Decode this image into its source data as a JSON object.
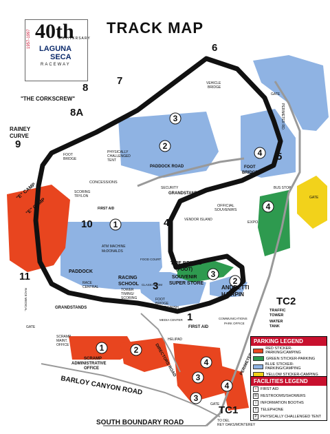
{
  "title": "TRACK MAP",
  "logo": {
    "anniversary": "40th",
    "anniversary_label": "ANNIVERSARY",
    "years": "1957-1997",
    "name_line1": "LAGUNA",
    "name_line2": "SECA",
    "name_line3": "RACEWAY"
  },
  "turns": {
    "t1": "1",
    "t2": "2",
    "t3": "3",
    "t4": "4",
    "t5": "5",
    "t6": "6",
    "t7": "7",
    "t8": "8",
    "t8a": "8A",
    "t9": "9",
    "t10": "10",
    "t11": "11",
    "tc1": "TC1",
    "tc2": "TC2"
  },
  "labels": {
    "corkscrew": "\"THE CORKSCREW\"",
    "rainey_curve_1": "RAINEY",
    "rainey_curve_2": "CURVE",
    "andretti_1": "ANDRETTI",
    "andretti_2": "HAIRPIN",
    "paddock_road": "PADDOCK ROAD",
    "grandstands_top": "GRANDSTANDS",
    "grandstands_bottom": "GRANDSTANDS",
    "paddock": "PADDOCK",
    "racing_school_1": "RACING",
    "racing_school_2": "SCHOOL",
    "tire_bridge_1": "TIRE BRIDGE",
    "tire_bridge_2": "(FOOT)",
    "souvenir_1": "SOUVENIR",
    "souvenir_2": "SUPER STORE",
    "foot_bridge_left_1": "FOOT",
    "foot_bridge_left_2": "BRIDGE",
    "foot_bridge_right_1": "FOOT",
    "foot_bridge_right_2": "BRIDGE",
    "foot_bridge_start_1": "FOOT",
    "foot_bridge_start_2": "BRIDGE",
    "foot_bridge_start_3": "START/FINISH",
    "vehicle_bridge_1": "VEHICLE",
    "vehicle_bridge_2": "BRIDGE",
    "perimeter_rd": "PERIMETER RD.",
    "perimeter_road": "PERIMETER ROAD",
    "physically_challenged_1": "PHYSICALLY",
    "physically_challenged_2": "CHALLENGED",
    "physically_challenged_3": "TENT",
    "concessions": "CONCESSIONS",
    "scoring_1": "SCORING",
    "scoring_2": "TRYLON",
    "first_aid": "FIRST AID",
    "first_aid_2": "FIRST AID",
    "security": "SECURITY",
    "atm_1": "ATM MACHINE",
    "atm_2": "McDONALDS",
    "food_court": "FOOD COURT",
    "race_central_1": "RACE",
    "race_central_2": "CENTRAL",
    "tower_1": "TOWER",
    "tower_2": "TIMING/",
    "tower_3": "SCORING",
    "class_room": "CLASS ROOM",
    "race_medical": "RACE MEDICAL",
    "official_souvenirs_1": "OFFICIAL",
    "official_souvenirs_2": "SOUVENIRS",
    "vendor_island": "VENDOR ISLAND",
    "expo": "EXPO.",
    "bus_stop": "BUS STOP",
    "gate": "GATE",
    "media_center": "MEDIA CENTER",
    "helipad": "HELIPAD",
    "communications": "COMMUNICATIONS",
    "park_office": "PARK OFFICE",
    "scramp_maint_1": "SCRAMP",
    "scramp_maint_2": "MAINT.",
    "scramp_maint_3": "OFFICE",
    "scramp_admin_1": "SCRAMP",
    "scramp_admin_2": "ADMINISTRATIVE",
    "scramp_admin_3": "OFFICE",
    "directors_road": "DIRECTORS ROAD",
    "barloy_canyon": "BARLOY CANYON ROAD",
    "south_boundary": "SOUTH BOUNDARY ROAD",
    "to_del_1": "TO DEL",
    "to_del_2": "REY OAKS/MONTEREY",
    "traffic_tower_1": "TRAFFIC",
    "traffic_tower_2": "TOWER",
    "water_tank_1": "WATER",
    "water_tank_2": "TANK",
    "e_camp": "\"E\" CAMP"
  },
  "legends": {
    "parking": {
      "title": "PARKING LEGEND",
      "items": [
        {
          "color": "#e8451f",
          "label": "RED STICKER-PARKING/CAMPING"
        },
        {
          "color": "#2e9a4f",
          "label": "GREEN STICKER-PARKING"
        },
        {
          "color": "#8fb3e3",
          "label": "BLUE STICKER-PARKING/CAMPING"
        },
        {
          "color": "#f2d21b",
          "label": "YELLOW STICKER-CAMPING"
        }
      ]
    },
    "facilities": {
      "title": "FACILITIES LEGEND",
      "items": [
        {
          "icon": "+",
          "label": "FIRST AID"
        },
        {
          "icon": "R",
          "label": "RESTROOMS/SHOWERS"
        },
        {
          "icon": "i",
          "label": "INFORMATION BOOTHS"
        },
        {
          "icon": "T",
          "label": "TELEPHONE"
        },
        {
          "icon": "P",
          "label": "PHYSICALLY CHALLENGED TENT"
        }
      ]
    }
  },
  "colors": {
    "blue": "#8fb3e3",
    "red": "#e8451f",
    "green": "#2e9a4f",
    "yellow": "#f2d21b",
    "track": "#111111",
    "accent": "#c8102e"
  }
}
